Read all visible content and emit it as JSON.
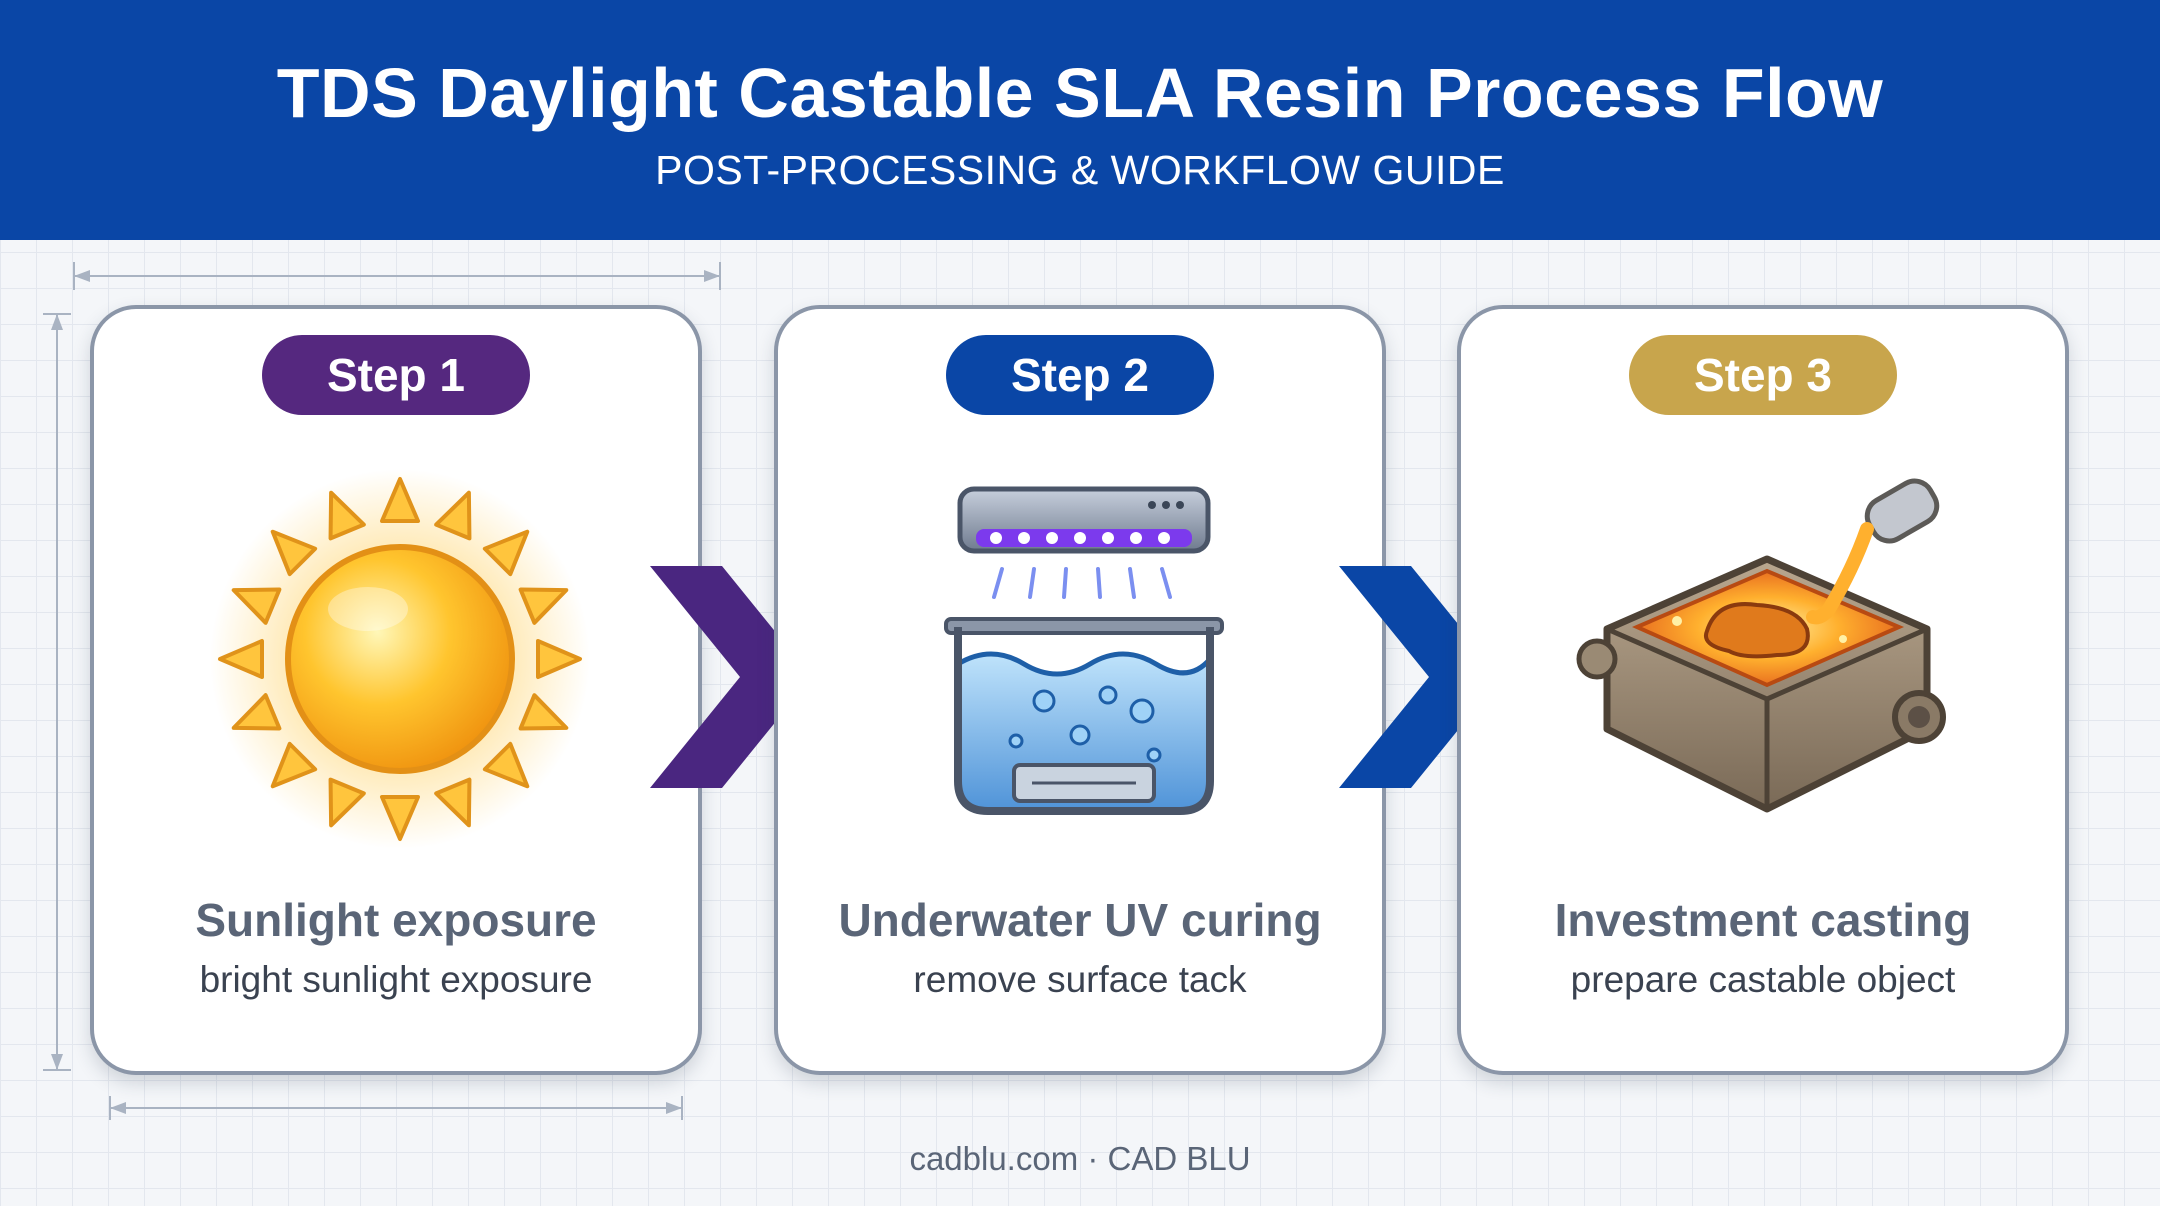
{
  "header": {
    "title": "TDS Daylight Castable SLA Resin Process Flow",
    "subtitle": "POST-PROCESSING & WORKFLOW GUIDE",
    "background_color": "#0a46a6"
  },
  "steps": [
    {
      "badge": "Step 1",
      "badge_color": "#55287f",
      "icon": "sun-icon",
      "title": "Sunlight exposure",
      "description": "bright sunlight exposure"
    },
    {
      "badge": "Step 2",
      "badge_color": "#0a46a6",
      "icon": "uv-water-tank-icon",
      "title": "Underwater UV curing",
      "description": "remove surface tack"
    },
    {
      "badge": "Step 3",
      "badge_color": "#c8a54c",
      "icon": "molten-metal-crucible-icon",
      "title": "Investment casting",
      "description": "prepare castable object"
    }
  ],
  "connectors": [
    {
      "icon": "chevron-right-icon",
      "color": "#4a2680"
    },
    {
      "icon": "chevron-right-icon",
      "color": "#0a46a6"
    }
  ],
  "footer": {
    "text": "cadblu.com · CAD BLU"
  }
}
